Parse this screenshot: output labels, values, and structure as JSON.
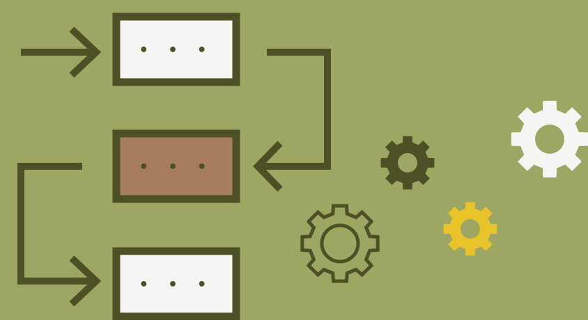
{
  "colors": {
    "background": "#9da662",
    "stroke": "#4d4f24",
    "box_light": "#f4f6f4",
    "box_accent": "#a67d5e",
    "gear_dark": "#4d4f24",
    "gear_yellow": "#e9c32a",
    "gear_white": "#f4f6f4"
  },
  "flow": {
    "steps": [
      {
        "name": "step-top",
        "fill_key": "box_light",
        "ellipsis": "• • •"
      },
      {
        "name": "step-middle",
        "fill_key": "box_accent",
        "ellipsis": "• • •"
      },
      {
        "name": "step-bottom",
        "fill_key": "box_light",
        "ellipsis": "• • •"
      }
    ],
    "connectors": [
      {
        "name": "entry-arrow",
        "icon": "arrow-right-icon"
      },
      {
        "name": "top-to-middle-connector",
        "icon": "arrow-left-icon"
      },
      {
        "name": "middle-to-bottom-connector",
        "icon": "arrow-right-icon"
      }
    ]
  },
  "gears": [
    {
      "name": "gear-outline-icon",
      "style": "outline",
      "color_key": "gear_dark"
    },
    {
      "name": "gear-small-dark-icon",
      "style": "solid",
      "color_key": "gear_dark"
    },
    {
      "name": "gear-yellow-icon",
      "style": "solid",
      "color_key": "gear_yellow"
    },
    {
      "name": "gear-white-icon",
      "style": "solid",
      "color_key": "gear_white"
    }
  ]
}
